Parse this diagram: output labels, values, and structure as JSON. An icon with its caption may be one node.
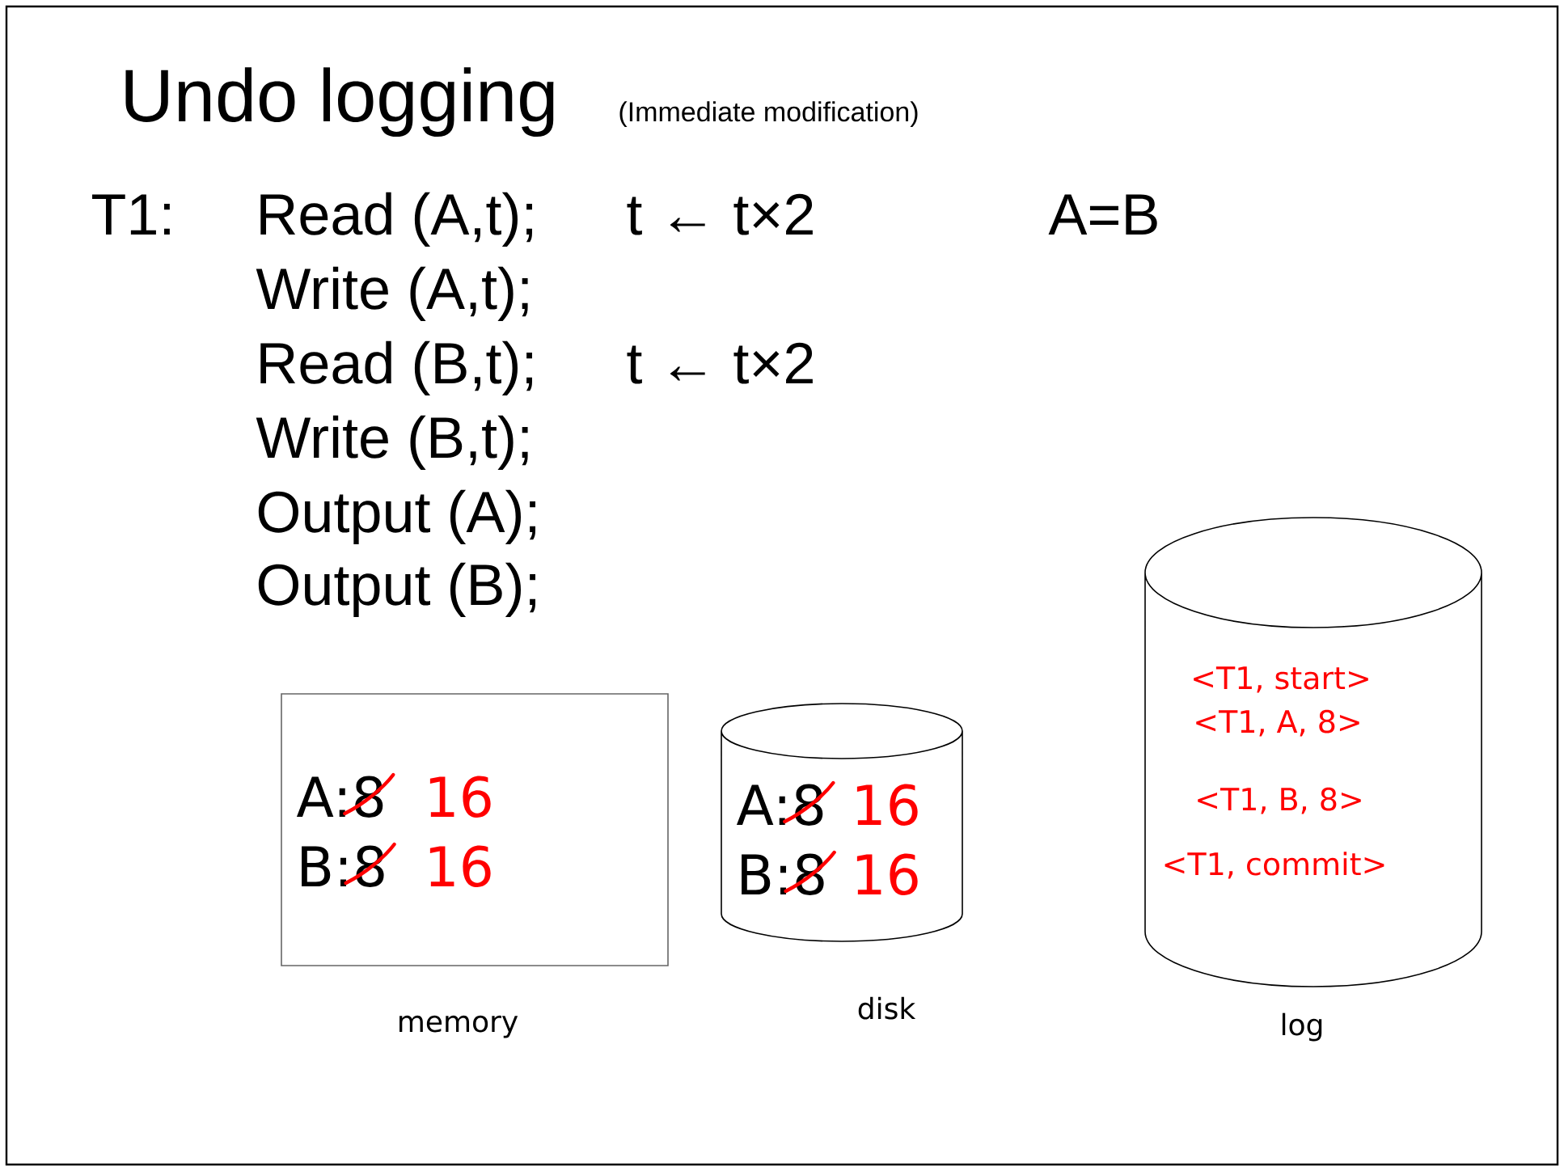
{
  "diagram": {
    "title": "Undo logging",
    "nodes": [
      {
        "text": [
          "A:8",
          "16",
          "B:8",
          "16"
        ],
        "beside": [
          "memory"
        ]
      },
      {
        "text": [
          "A:8",
          "16",
          "B:8",
          "16"
        ],
        "beside": [
          "disk"
        ]
      },
      {
        "text": [
          "<T1, start>",
          "<T1, A, 8>",
          "<T1, B, 8>",
          "<T1, commit>"
        ],
        "beside": [
          "log"
        ]
      }
    ],
    "labels": [
      "(Immediate modification)",
      "T1:",
      "Read (A,t);",
      "t ← t×2",
      "A=B",
      "Write (A,t);",
      "Read (B,t);",
      "t ← t×2",
      "Write (B,t);",
      "Output (A);",
      "Output (B);"
    ]
  }
}
